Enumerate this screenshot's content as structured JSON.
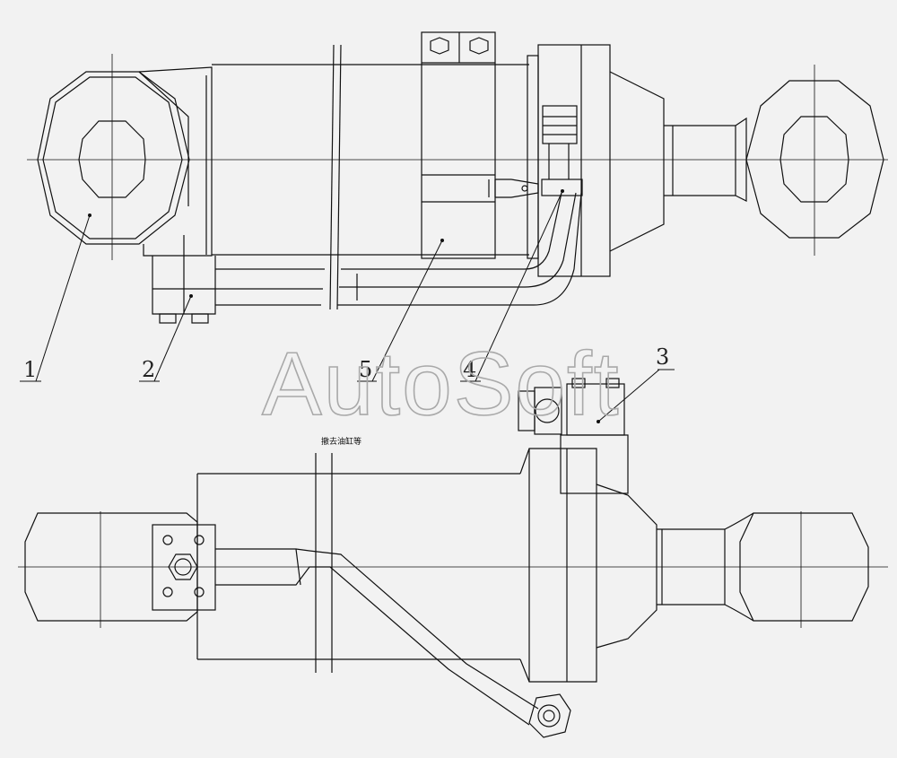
{
  "watermark": "AutoSoft",
  "note_label": "撤去油缸等",
  "callouts": [
    {
      "id": "1",
      "label": "1"
    },
    {
      "id": "2",
      "label": "2"
    },
    {
      "id": "3",
      "label": "3"
    },
    {
      "id": "4",
      "label": "4"
    },
    {
      "id": "5",
      "label": "5"
    }
  ],
  "colors": {
    "line": "#111111",
    "background": "#f2f2f2",
    "watermark": "#a9a9a9"
  }
}
